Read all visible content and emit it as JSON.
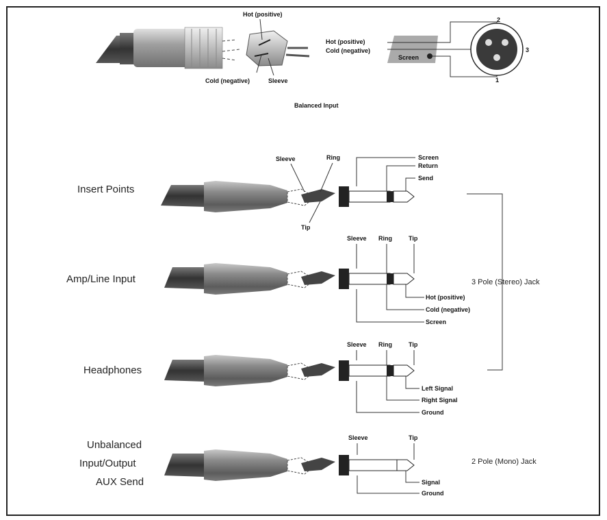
{
  "xlr": {
    "hot_top": "Hot (positive)",
    "cold_bottom": "Cold (negative)",
    "sleeve": "Sleeve",
    "hot_right": "Hot (positive)",
    "cold_right": "Cold (negative)",
    "screen": "Screen",
    "pin2": "2",
    "pin3": "3",
    "pin1": "1",
    "caption": "Balanced Input"
  },
  "insert": {
    "title": "Insert Points",
    "sleeve": "Sleeve",
    "ring": "Ring",
    "tip": "Tip",
    "screen": "Screen",
    "return": "Return",
    "send": "Send"
  },
  "amp": {
    "title": "Amp/Line Input",
    "sleeve": "Sleeve",
    "ring": "Ring",
    "tip": "Tip",
    "hot": "Hot (positive)",
    "cold": "Cold (negative)",
    "screen": "Screen"
  },
  "headphones": {
    "title": "Headphones",
    "sleeve": "Sleeve",
    "ring": "Ring",
    "tip": "Tip",
    "left": "Left Signal",
    "right": "Right Signal",
    "ground": "Ground"
  },
  "stereo_jack": "3 Pole (Stereo) Jack",
  "unbalanced": {
    "title_line1": "Unbalanced",
    "title_line2": "Input/Output",
    "title_line3": "AUX Send",
    "sleeve": "Sleeve",
    "tip": "Tip",
    "signal": "Signal",
    "ground": "Ground"
  },
  "mono_jack": "2 Pole (Mono) Jack"
}
